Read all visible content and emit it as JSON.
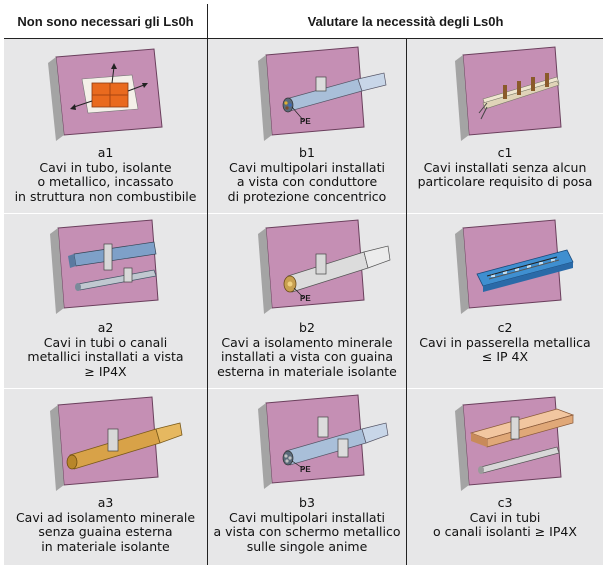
{
  "headers": {
    "left": "Non sono necessari gli Ls0h",
    "right": "Valutare la necessità degli Ls0h"
  },
  "pe_label": "PE",
  "cells": [
    {
      "code": "a1",
      "lines": [
        "Cavi in tubo, isolante",
        "o metallico, incassato",
        "in struttura non combustibile"
      ],
      "icon": "embedded-conduit-icon"
    },
    {
      "code": "b1",
      "lines": [
        "Cavi multipolari installati",
        "a vista con conduttore",
        "di protezione concentrico"
      ],
      "icon": "multipolar-cable-pe-icon"
    },
    {
      "code": "c1",
      "lines": [
        "Cavi installati senza alcun",
        "particolare requisito di posa"
      ],
      "icon": "free-laid-cables-icon"
    },
    {
      "code": "a2",
      "lines": [
        "Cavi in tubi o canali",
        "metallici installati a vista",
        "≥ IP4X"
      ],
      "icon": "metal-conduit-icon"
    },
    {
      "code": "b2",
      "lines": [
        "Cavi a isolamento minerale",
        "installati a vista con guaina",
        "esterna in materiale isolante"
      ],
      "icon": "mineral-cable-sheath-icon"
    },
    {
      "code": "c2",
      "lines": [
        "Cavi in passerella metallica",
        "≤ IP 4X"
      ],
      "icon": "metal-tray-icon"
    },
    {
      "code": "a3",
      "lines": [
        "Cavi ad isolamento minerale",
        "senza guaina esterna",
        "in materiale isolante"
      ],
      "icon": "bare-mineral-cable-icon"
    },
    {
      "code": "b3",
      "lines": [
        "Cavi multipolari installati",
        "a vista con schermo metallico",
        "sulle singole anime"
      ],
      "icon": "shielded-cable-pe-icon"
    },
    {
      "code": "c3",
      "lines": [
        "Cavi in tubi",
        "o canali isolanti ≥ IP4X"
      ],
      "icon": "insulating-duct-icon"
    }
  ]
}
